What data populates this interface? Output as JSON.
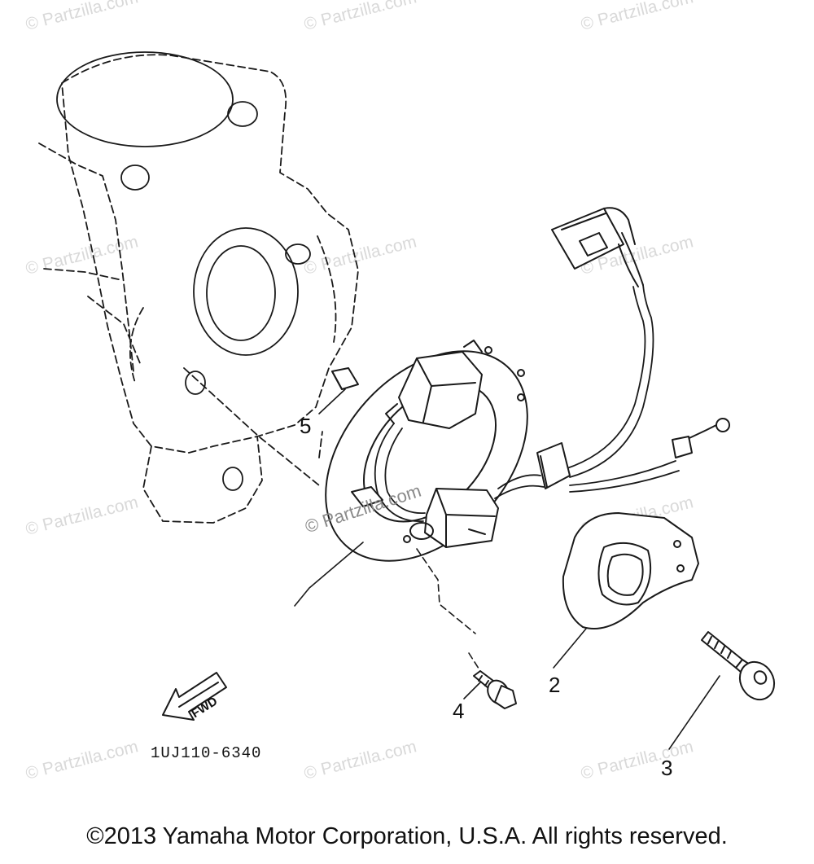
{
  "watermark": "© Partzilla.com",
  "callouts": {
    "p2": "2",
    "p3": "3",
    "p4": "4",
    "p5": "5"
  },
  "fwd_label": "FWD",
  "diagram_code": "1UJ110-6340",
  "copyright": "©2013 Yamaha Motor Corporation, U.S.A. All rights reserved."
}
